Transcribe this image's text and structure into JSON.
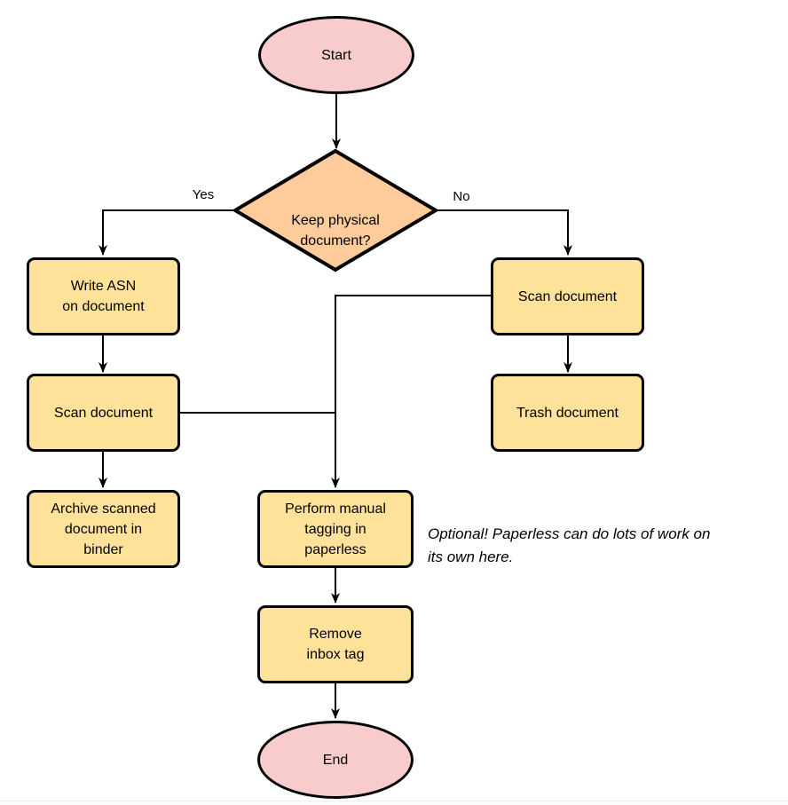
{
  "diagram": {
    "nodes": {
      "start": {
        "label": "Start",
        "type": "terminal"
      },
      "decision": {
        "label": "Keep physical\ndocument?",
        "type": "decision"
      },
      "write_asn": {
        "label": "Write ASN\non document",
        "type": "process"
      },
      "scan_left": {
        "label": "Scan document",
        "type": "process"
      },
      "archive": {
        "label": "Archive scanned\ndocument in\nbinder",
        "type": "process"
      },
      "scan_right": {
        "label": "Scan document",
        "type": "process"
      },
      "trash": {
        "label": "Trash document",
        "type": "process"
      },
      "tagging": {
        "label": "Perform manual\ntagging in\npaperless",
        "type": "process"
      },
      "remove_tag": {
        "label": "Remove\ninbox tag",
        "type": "process"
      },
      "end": {
        "label": "End",
        "type": "terminal"
      }
    },
    "edge_labels": {
      "yes": "Yes",
      "no": "No"
    },
    "note": "Optional! Paperless can do lots of work on\nits own here.",
    "colors": {
      "terminal_fill": "#F8CCCC",
      "process_fill": "#FFE299",
      "decision_fill": "#FECB9B",
      "stroke": "#000000"
    }
  }
}
